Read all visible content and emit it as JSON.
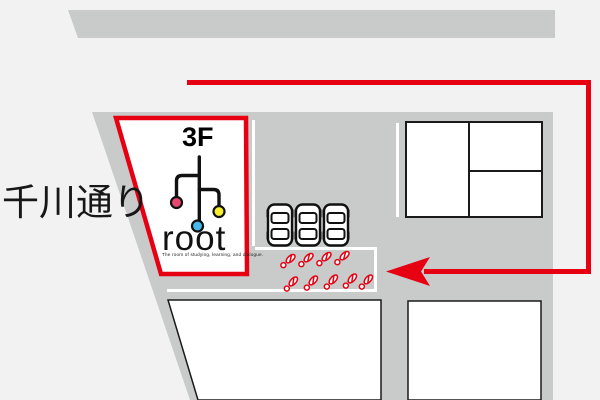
{
  "street": {
    "label": "千川通り"
  },
  "destination": {
    "floor": "3F",
    "brand": "root",
    "tagline": "The room of studying, learning, and dialogue."
  },
  "colors": {
    "bg": "#f2f2f3",
    "road": "#c9caca",
    "route-red": "#e60012",
    "building-border": "#1a1a1a",
    "logo-pink": "#e8476f",
    "logo-yellow": "#f7ee2d",
    "logo-blue": "#47b9e9"
  },
  "map": {
    "parked_cars_count": 3,
    "footprints_count": 9,
    "buildings_count": 4
  }
}
